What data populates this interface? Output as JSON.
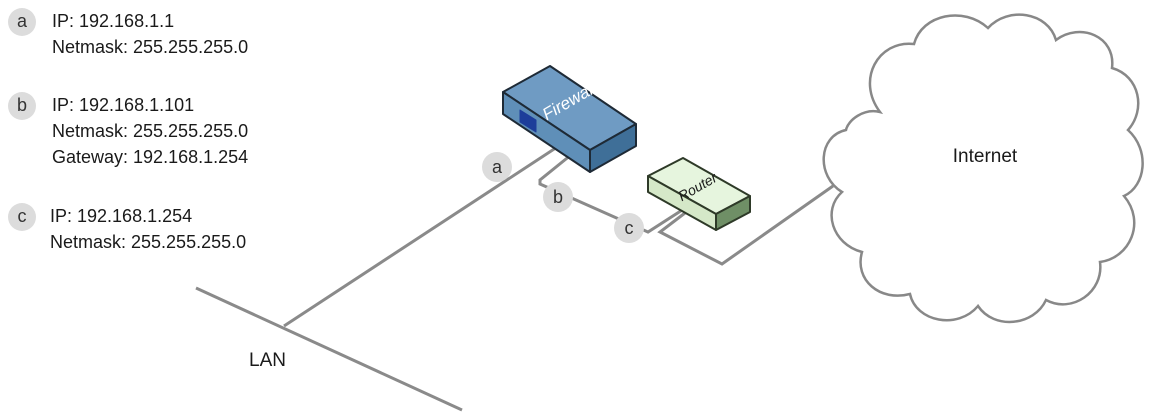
{
  "legend": [
    {
      "badge": "a",
      "lines": [
        "IP: 192.168.1.1",
        "Netmask: 255.255.255.0"
      ]
    },
    {
      "badge": "b",
      "lines": [
        "IP: 192.168.1.101",
        "Netmask: 255.255.255.0",
        "Gateway: 192.168.1.254"
      ]
    },
    {
      "badge": "c",
      "lines": [
        "IP: 192.168.1.254",
        "Netmask: 255.255.255.0"
      ]
    }
  ],
  "diagram": {
    "firewall_label": "Firewall",
    "router_label": "Router",
    "internet_label": "Internet",
    "lan_label": "LAN",
    "markers": [
      "a",
      "b",
      "c"
    ]
  },
  "colors": {
    "firewall_top": "#6f9bc3",
    "firewall_front": "#5f8fb8",
    "firewall_side": "#3f6f98",
    "router_top": "#e6f5de",
    "router_front": "#d5e8c8",
    "router_side": "#6f8f66",
    "cable": "#8a8a8a",
    "badge": "#dcdcdc"
  }
}
